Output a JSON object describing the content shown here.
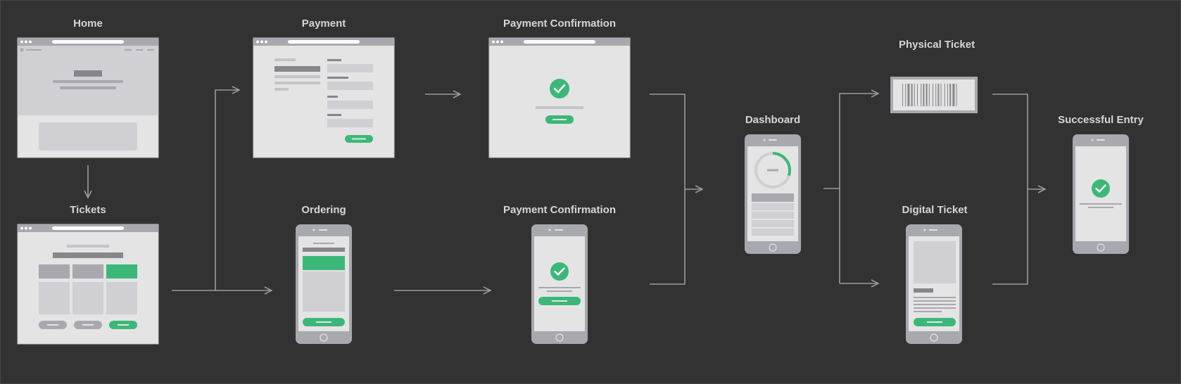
{
  "colors": {
    "background": "#323232",
    "frame_bar": "#a8a8af",
    "screen_light": "#e4e4e4",
    "screen_mid": "#cfcfd4",
    "block_dark": "#86868c",
    "block_light": "#c4c4c8",
    "accent_green": "#3bb878",
    "connector": "#9a9aa0",
    "label_text": "#d6d6d6"
  },
  "labels": {
    "home": "Home",
    "tickets": "Tickets",
    "payment": "Payment",
    "ordering": "Ordering",
    "payment_confirmation_desktop": "Payment Confirmation",
    "payment_confirmation_mobile": "Payment Confirmation",
    "dashboard": "Dashboard",
    "physical_ticket": "Physical Ticket",
    "digital_ticket": "Digital Ticket",
    "successful_entry": "Successful Entry"
  },
  "icons": {
    "checkmark": "check-icon",
    "barcode": "barcode-icon",
    "progress_ring": "progress-ring-icon"
  },
  "dashboard": {
    "progress_fraction": 0.3
  }
}
